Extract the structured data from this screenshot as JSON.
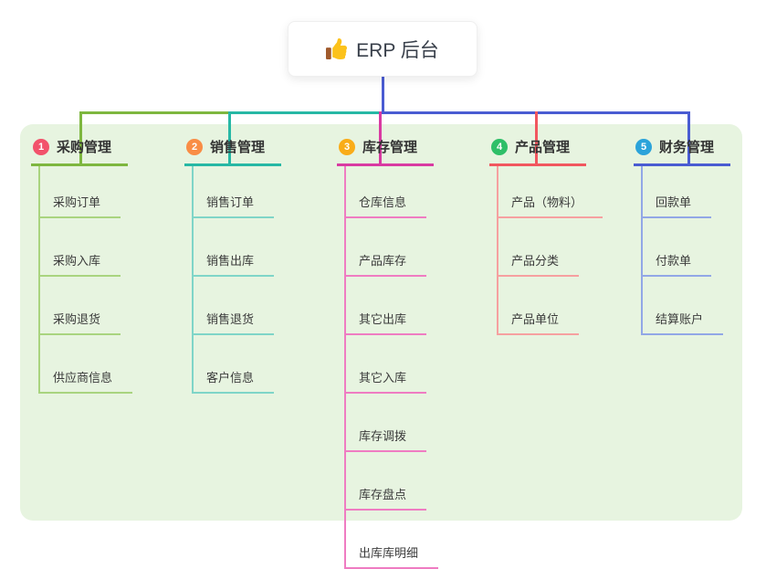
{
  "root": {
    "title": "ERP 后台",
    "icon": "thumbs-up-icon",
    "stem_color": "#4a5cd2"
  },
  "panel_color": "#e7f4e0",
  "branches": [
    {
      "badge": "1",
      "title": "采购管理",
      "color": "#7eb73f",
      "child_color": "#a9d47f",
      "badge_color": "#f2526b",
      "children": [
        "采购订单",
        "采购入库",
        "采购退货",
        "供应商信息"
      ]
    },
    {
      "badge": "2",
      "title": "销售管理",
      "color": "#27b8a5",
      "child_color": "#7fd5c8",
      "badge_color": "#f98d45",
      "children": [
        "销售订单",
        "销售出库",
        "销售退货",
        "客户信息"
      ]
    },
    {
      "badge": "3",
      "title": "库存管理",
      "color": "#d93aa2",
      "child_color": "#ef7cc2",
      "badge_color": "#f9ac18",
      "children": [
        "仓库信息",
        "产品库存",
        "其它出库",
        "其它入库",
        "库存调拨",
        "库存盘点",
        "出库库明细"
      ]
    },
    {
      "badge": "4",
      "title": "产品管理",
      "color": "#f1575f",
      "child_color": "#f6a0a0",
      "badge_color": "#2ebf68",
      "children": [
        "产品（物料）",
        "产品分类",
        "产品单位"
      ]
    },
    {
      "badge": "5",
      "title": "财务管理",
      "color": "#4a5cd2",
      "child_color": "#92a7e6",
      "badge_color": "#2ba3da",
      "children": [
        "回款单",
        "付款单",
        "结算账户"
      ]
    }
  ]
}
